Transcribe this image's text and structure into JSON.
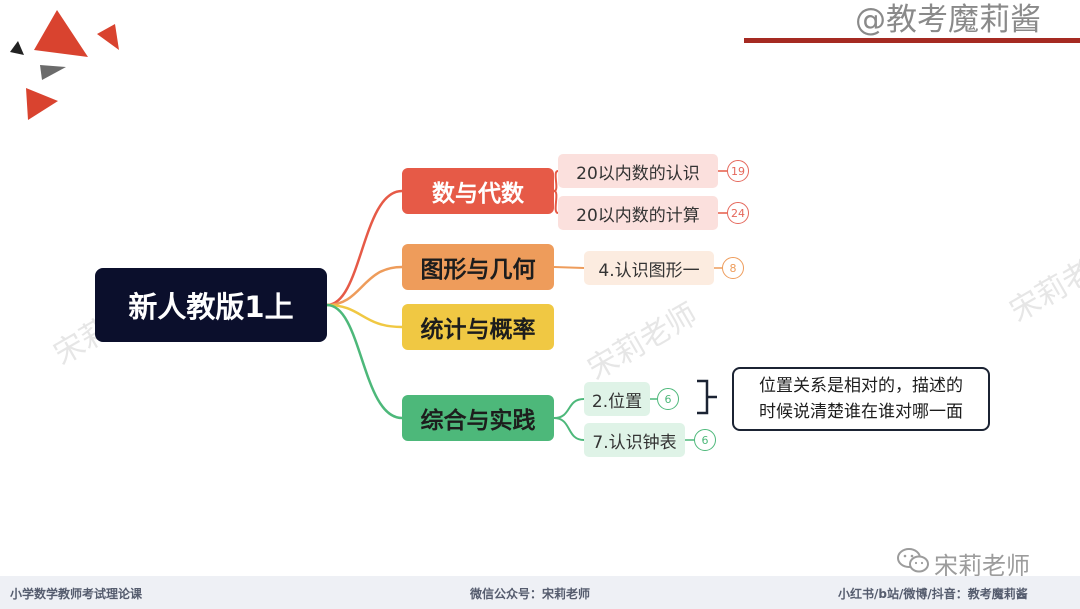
{
  "header": {
    "handle": "@教考魔莉酱"
  },
  "watermarks": [
    "宋莉老师",
    "宋莉老师",
    "宋莉老师"
  ],
  "mindmap": {
    "root": "新人教版1上",
    "branches": [
      {
        "label": "数与代数",
        "color": "#e65a47",
        "children": [
          {
            "label": "20以内数的认识",
            "badge": "19"
          },
          {
            "label": "20以内数的计算",
            "badge": "24"
          }
        ]
      },
      {
        "label": "图形与几何",
        "color": "#ee9c5b",
        "children": [
          {
            "label": "4.认识图形一",
            "badge": "8"
          }
        ]
      },
      {
        "label": "统计与概率",
        "color": "#f0c843",
        "children": []
      },
      {
        "label": "综合与实践",
        "color": "#4db87a",
        "children": [
          {
            "label": "2.位置",
            "badge": "6"
          },
          {
            "label": "7.认识钟表",
            "badge": "6"
          }
        ]
      }
    ],
    "note": {
      "line1": "位置关系是相对的，描述的",
      "line2": "时候说清楚谁在谁对哪一面"
    }
  },
  "wechat": {
    "brand": "宋莉老师"
  },
  "footer": {
    "left": "小学数学教师考试理论课",
    "center": "微信公众号：宋莉老师",
    "right": "小红书/b站/微博/抖音：教考魔莉酱"
  },
  "colors": {
    "accent_red": "#a52a22",
    "root_bg": "#0b0f2c"
  },
  "icons": [
    "triangle-decoration-icon",
    "wechat-logo-icon"
  ]
}
